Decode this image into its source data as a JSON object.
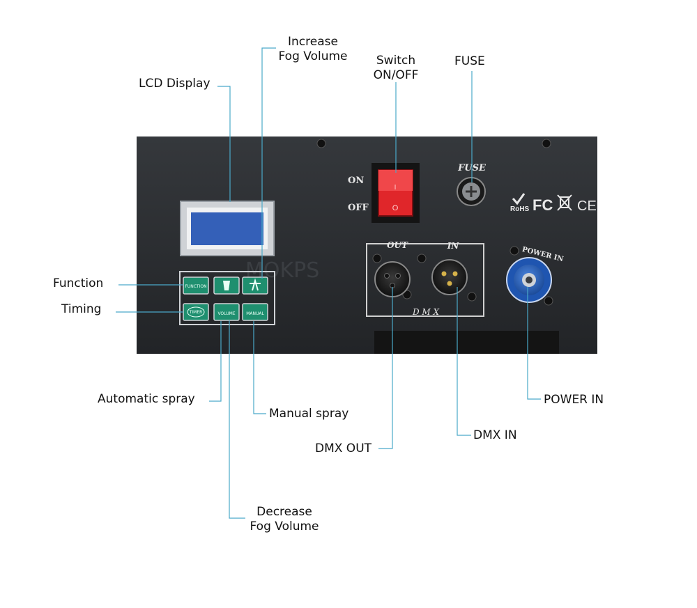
{
  "callouts": {
    "increase_fog": [
      "Increase",
      "Fog Volume"
    ],
    "switch": [
      "Switch",
      "ON/OFF"
    ],
    "fuse": "FUSE",
    "lcd": "LCD Display",
    "function": "Function",
    "timing": "Timing",
    "automatic_spray": "Automatic spray",
    "manual_spray": "Manual spray",
    "dmx_out": "DMX OUT",
    "dmx_in": "DMX IN",
    "power_in": "POWER IN",
    "decrease_fog": [
      "Decrease",
      "Fog Volume"
    ]
  },
  "panel": {
    "on_label": "ON",
    "off_label": "OFF",
    "fuse_label": "FUSE",
    "out_label": "OUT",
    "in_label": "IN",
    "dmx_label": "D M X",
    "power_in_label": "POWER IN",
    "watermark": "MOKPS",
    "rohs_label": "RoHS",
    "fc_label": "FC",
    "ce_label": "CE",
    "switch_on_mark": "I",
    "switch_off_mark": "O"
  },
  "keypad": {
    "function_key": "FUNCTION",
    "timer_key": "TIMER",
    "volume_key": "VOLUME",
    "manual_key": "MANUAL"
  },
  "colors": {
    "panel": "#2a2d31",
    "switch_red": "#e0262a",
    "keys": "#1f8f6f",
    "power_blue": "#2a64c0",
    "leader": "#4aa9c9"
  }
}
